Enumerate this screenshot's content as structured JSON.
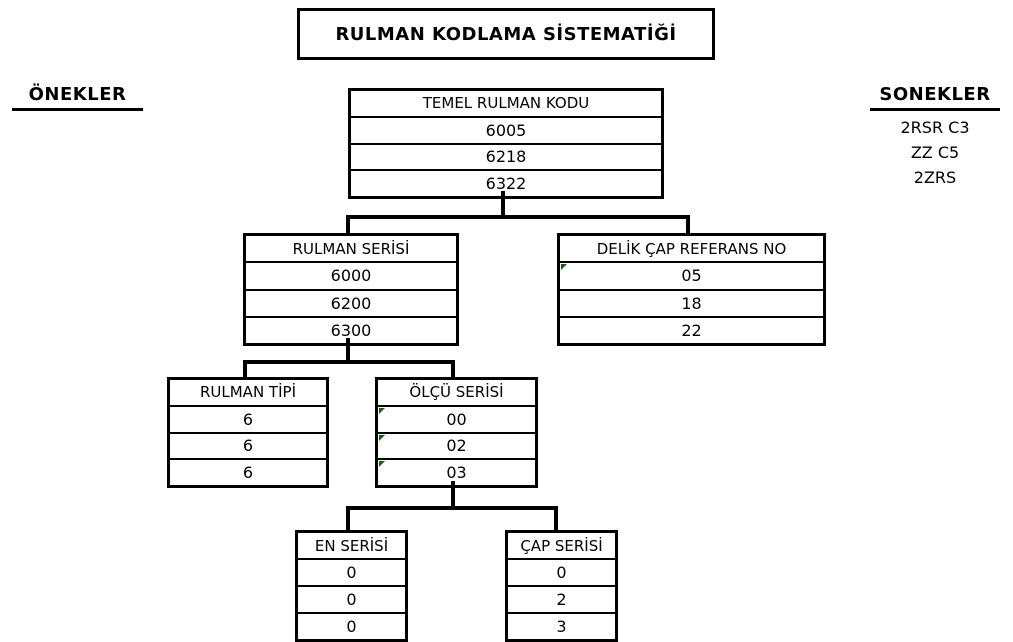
{
  "title": "RULMAN KODLAMA SİSTEMATİĞİ",
  "prefixes": {
    "label": "ÖNEKLER"
  },
  "suffixes": {
    "label": "SONEKLER",
    "items": [
      "2RSR C3",
      "ZZ C5",
      "2ZRS"
    ]
  },
  "tree": {
    "root": {
      "header": "TEMEL RULMAN KODU",
      "rows": [
        "6005",
        "6218",
        "6322"
      ]
    },
    "rulman_serisi": {
      "header": "RULMAN SERİSİ",
      "rows": [
        "6000",
        "6200",
        "6300"
      ]
    },
    "delik_cap": {
      "header": "DELİK ÇAP REFERANS NO",
      "rows": [
        "05",
        "18",
        "22"
      ]
    },
    "rulman_tipi": {
      "header": "RULMAN TİPİ",
      "rows": [
        "6",
        "6",
        "6"
      ]
    },
    "olcu_serisi": {
      "header": "ÖLÇÜ SERİSİ",
      "rows": [
        "00",
        "02",
        "03"
      ]
    },
    "en_serisi": {
      "header": "EN SERİSİ",
      "rows": [
        "0",
        "0",
        "0"
      ]
    },
    "cap_serisi": {
      "header": "ÇAP SERİSİ",
      "rows": [
        "0",
        "2",
        "3"
      ]
    }
  },
  "colors": {
    "line": "#000000",
    "background": "#ffffff",
    "text": "#000000",
    "excel_flag_green": "#1a5c1a"
  }
}
